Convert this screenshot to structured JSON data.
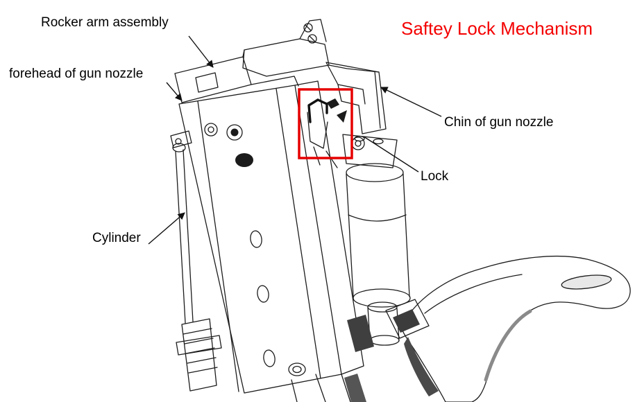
{
  "title": "Saftey Lock Mechanism",
  "labels": {
    "rocker_arm": "Rocker arm assembly",
    "forehead": "forehead of gun nozzle",
    "chin": "Chin of gun nozzle",
    "lock": "Lock",
    "cylinder": "Cylinder"
  },
  "colors": {
    "title": "#F40000",
    "highlight_box": "#E60000",
    "line_art": "#1C1C1C",
    "background": "#FFFFFF"
  }
}
